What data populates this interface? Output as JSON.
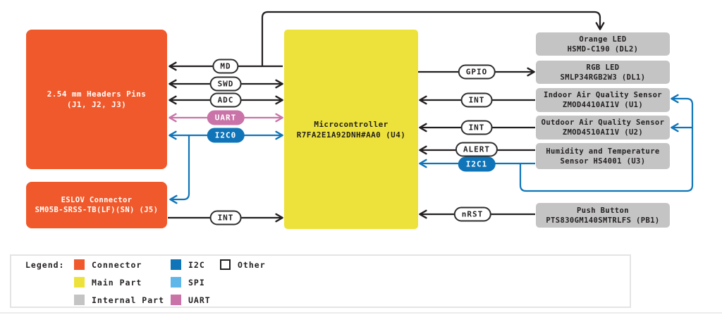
{
  "diagram": {
    "blocks": {
      "headers": {
        "line1": "2.54 mm Headers Pins",
        "line2": "(J1, J2, J3)"
      },
      "eslov": {
        "line1": "ESLOV Connector",
        "line2": "SM05B-SRSS-TB(LF)(SN) (J5)"
      },
      "mcu": {
        "line1": "Microcontroller",
        "line2": "R7FA2E1A92DNH#AA0 (U4)"
      },
      "orange_led": {
        "line1": "Orange LED",
        "line2": "HSMD-C190 (DL2)"
      },
      "rgb_led": {
        "line1": "RGB LED",
        "line2": "SMLP34RGB2W3 (DL1)"
      },
      "indoor_aq": {
        "line1": "Indoor Air Quality Sensor",
        "line2": "ZMOD4410AI1V (U1)"
      },
      "outdoor_aq": {
        "line1": "Outdoor Air Quality Sensor",
        "line2": "ZMOD4510AI1V (U2)"
      },
      "humidity": {
        "line1": "Humidity and Temperature",
        "line2": "Sensor HS4001 (U3)"
      },
      "push_button": {
        "line1": "Push Button",
        "line2": "PTS830GM140SMTRLFS (PB1)"
      }
    },
    "pills": {
      "md": "MD",
      "swd": "SWD",
      "adc": "ADC",
      "uart": "UART",
      "i2c0": "I2C0",
      "gpio": "GPIO",
      "int_indoor": "INT",
      "int_outdoor": "INT",
      "alert": "ALERT",
      "i2c1": "I2C1",
      "nrst": "nRST",
      "int_eslov": "INT"
    },
    "colors": {
      "connector": "#F0592B",
      "main_part": "#EDE23B",
      "internal_part": "#C4C4C4",
      "i2c": "#0F74B8",
      "spi": "#5EB6E9",
      "uart": "#C973A8",
      "wire": "#231F20"
    }
  },
  "legend": {
    "title": "Legend:",
    "items": [
      {
        "label": "Connector",
        "color": "#F0592B"
      },
      {
        "label": "Main Part",
        "color": "#EDE23B"
      },
      {
        "label": "Internal Part",
        "color": "#C4C4C4"
      },
      {
        "label": "I2C",
        "color": "#0F74B8"
      },
      {
        "label": "SPI",
        "color": "#5EB6E9"
      },
      {
        "label": "UART",
        "color": "#C973A8"
      },
      {
        "label": "Other",
        "color": "#FFFFFF"
      }
    ]
  }
}
